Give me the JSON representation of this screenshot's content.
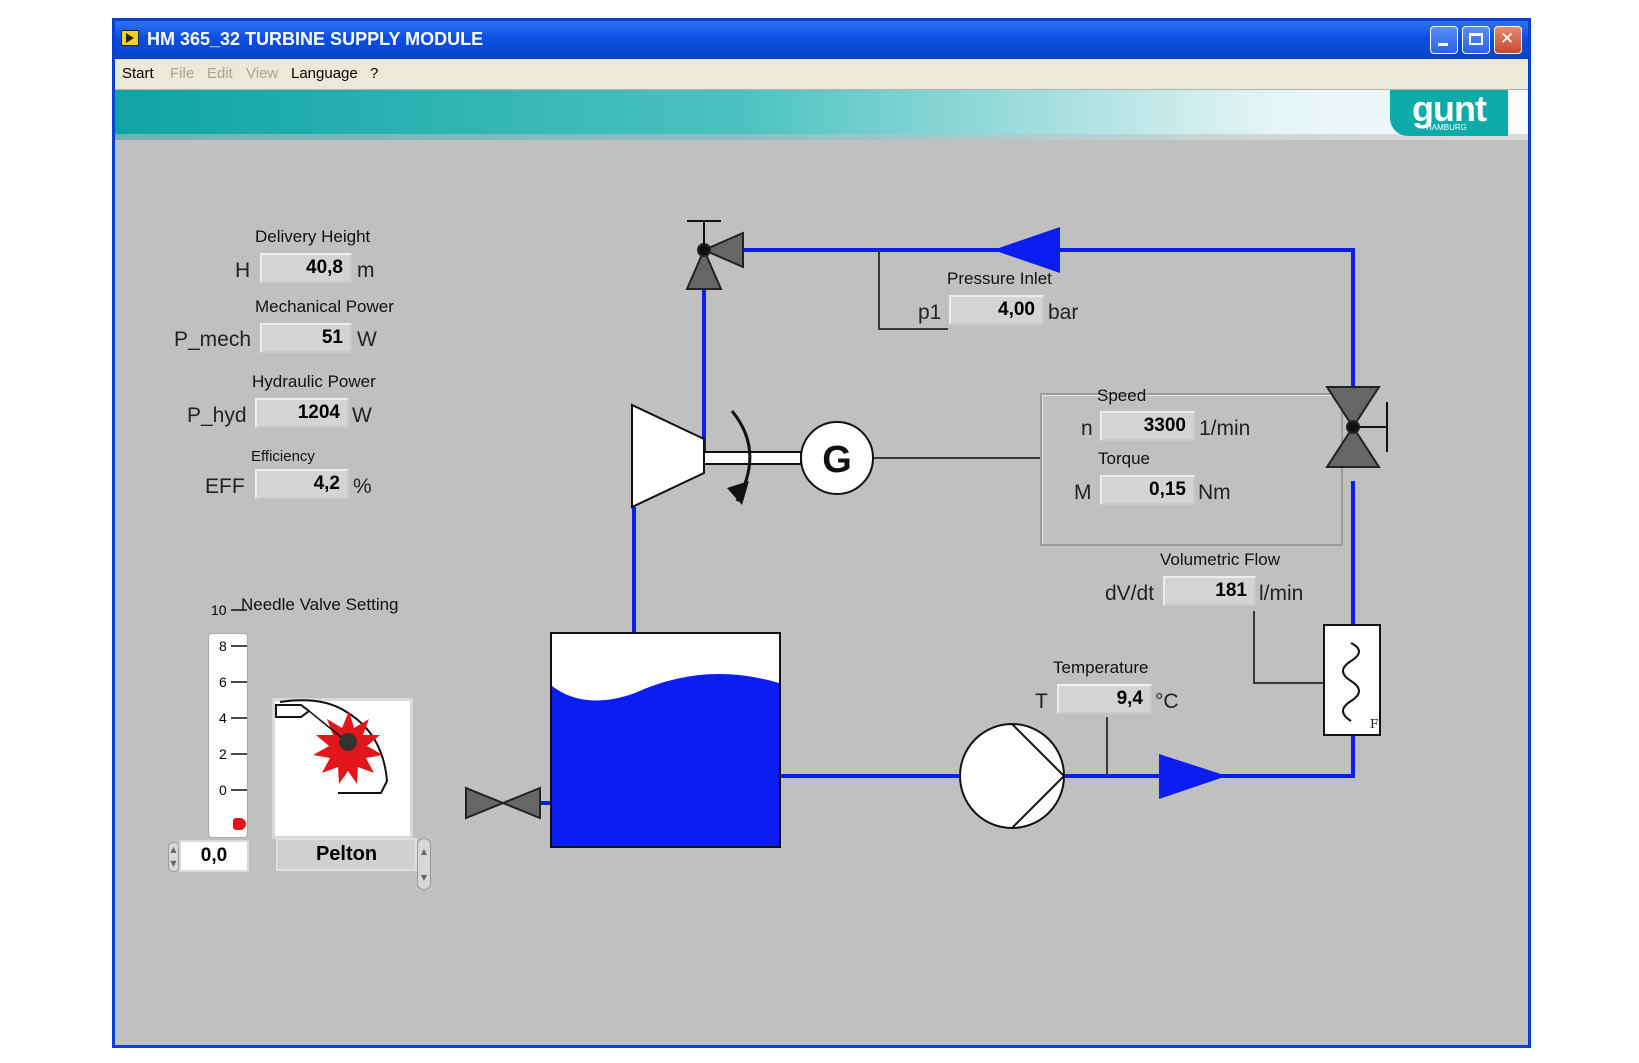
{
  "window": {
    "title": "HM 365_32 TURBINE SUPPLY MODULE"
  },
  "menu": {
    "start": "Start",
    "file": "File",
    "edit": "Edit",
    "view": "View",
    "language": "Language",
    "help": "?"
  },
  "logo": {
    "text": "gunt",
    "subtext": "HAMBURG"
  },
  "colors": {
    "pipe": "#0b1df0",
    "water": "#0a1ef2",
    "accent": "#e3161c",
    "background": "#c0c0c0"
  },
  "delivery_height": {
    "label": "Delivery Height",
    "symbol": "H",
    "value": "40,8",
    "unit": "m"
  },
  "mechanical_power": {
    "label": "Mechanical Power",
    "symbol": "P_mech",
    "value": "51",
    "unit": "W"
  },
  "hydraulic_power": {
    "label": "Hydraulic Power",
    "symbol": "P_hyd",
    "value": "1204",
    "unit": "W"
  },
  "efficiency": {
    "label": "Efficiency",
    "symbol": "EFF",
    "value": "4,2",
    "unit": "%"
  },
  "pressure_inlet": {
    "label": "Pressure Inlet",
    "symbol": "p1",
    "value": "4,00",
    "unit": "bar"
  },
  "speed": {
    "label": "Speed",
    "symbol": "n",
    "value": "3300",
    "unit": "1/min"
  },
  "torque": {
    "label": "Torque",
    "symbol": "M",
    "value": "0,15",
    "unit": "Nm"
  },
  "volumetric_flow": {
    "label": "Volumetric Flow",
    "symbol": "dV/dt",
    "value": "181",
    "unit": "l/min"
  },
  "temperature": {
    "label": "Temperature",
    "symbol": "T",
    "value": "9,4",
    "unit": "°C"
  },
  "generator": {
    "label": "G"
  },
  "heat_exchanger": {
    "label": "F"
  },
  "needle_valve": {
    "label": "Needle Valve Setting",
    "value": "0,0",
    "level": 0,
    "scale_ticks": [
      "10",
      "8",
      "6",
      "4",
      "2",
      "0"
    ]
  },
  "turbine_selector": {
    "value": "Pelton",
    "icon": "pelton-wheel-icon"
  }
}
